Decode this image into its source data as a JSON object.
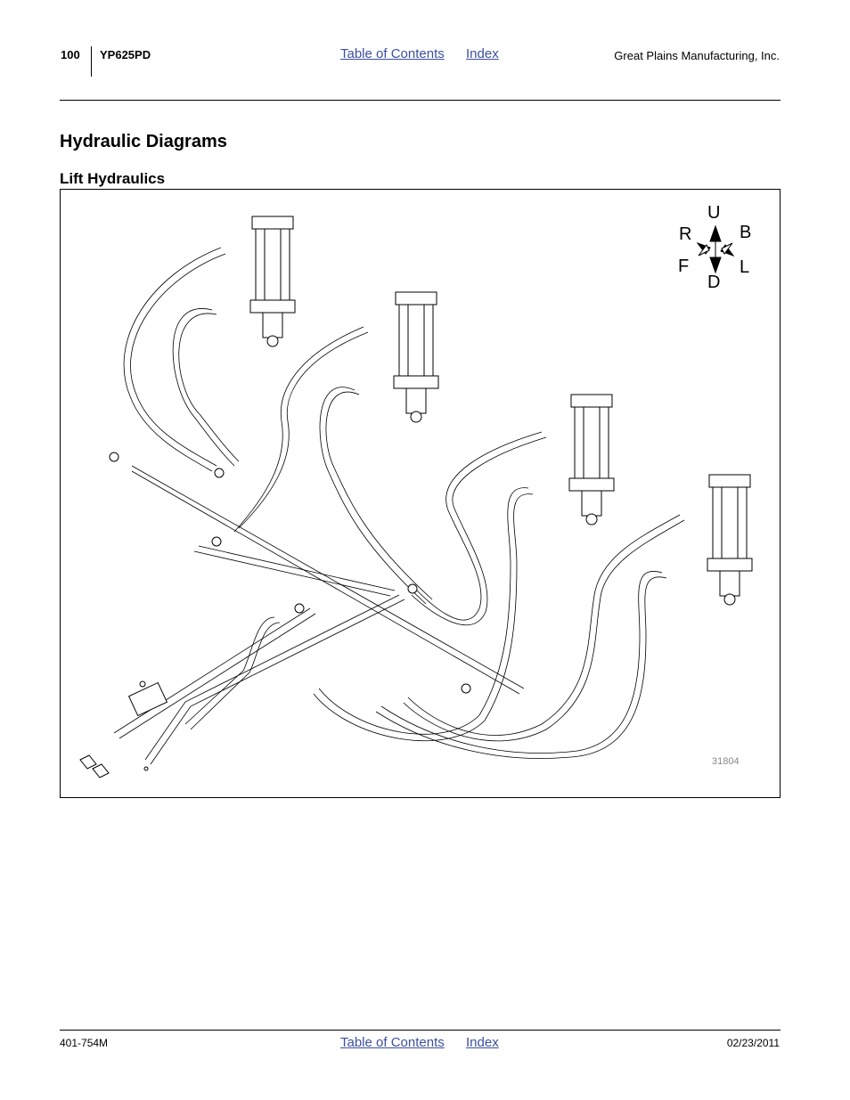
{
  "header": {
    "page_number": "100",
    "model": "YP625PD",
    "toc_link": "Table of Contents",
    "index_link": "Index",
    "company": "Great Plains Manufacturing, Inc."
  },
  "section_title": "Hydraulic Diagrams",
  "subsection_title": "Lift Hydraulics",
  "figure": {
    "compass": {
      "up": "U",
      "down": "D",
      "right": "R",
      "left": "L",
      "front": "F",
      "back": "B"
    },
    "figure_number": "31804"
  },
  "footer": {
    "doc_number": "401-754M",
    "toc_link": "Table of Contents",
    "index_link": "Index",
    "date": "02/23/2011"
  }
}
